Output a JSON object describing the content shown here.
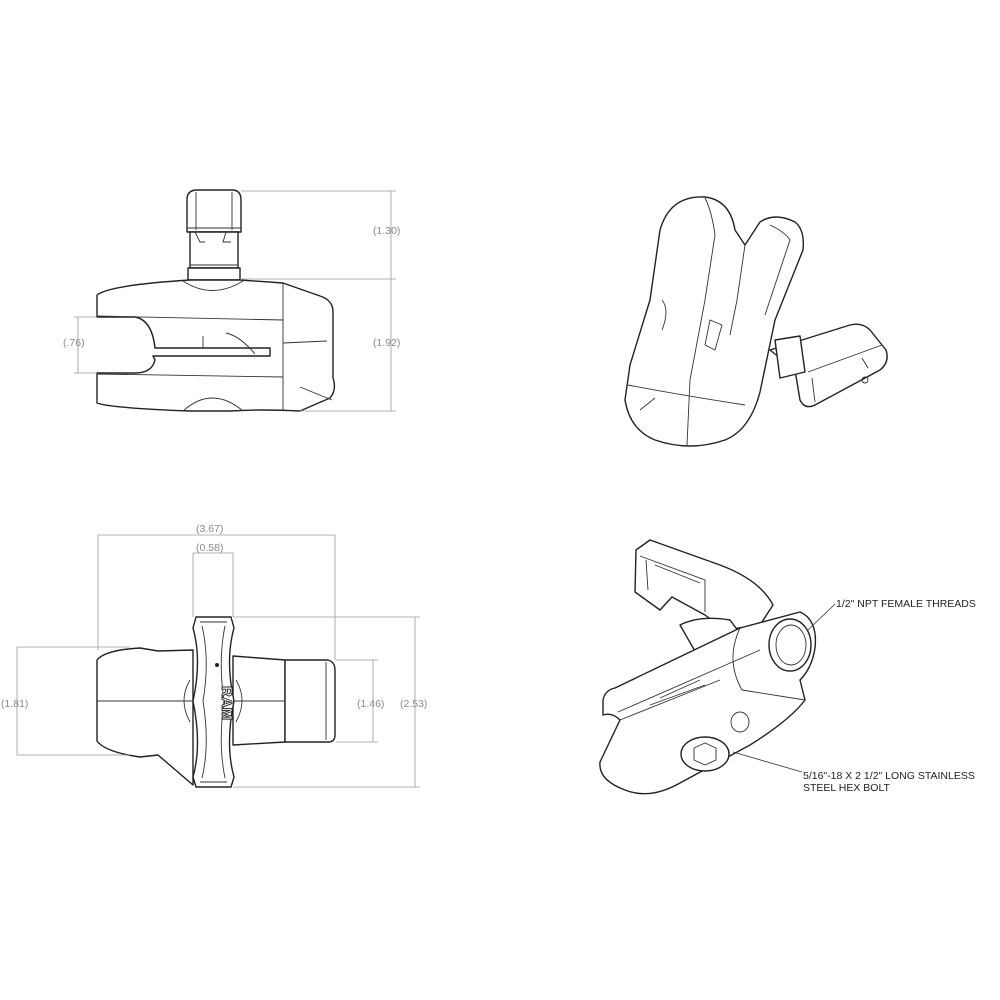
{
  "views": {
    "side": {
      "dimensions": {
        "knob_height": "(1.30)",
        "body_height": "(1.92)",
        "socket_opening": "(.76)"
      }
    },
    "top": {
      "dimensions": {
        "overall_length": "(3.67)",
        "knob_width": "(0.58)",
        "body_width": "(1.81)",
        "cap_width": "(1.46)",
        "knob_length": "(2.53)"
      },
      "logo_text": "RAM"
    },
    "iso_rear": {},
    "iso_front": {
      "callouts": {
        "threads": "1/2\" NPT FEMALE THREADS",
        "bolt_line1": "5/16\"-18 X 2 1/2\" LONG STAINLESS",
        "bolt_line2": "STEEL HEX BOLT"
      }
    }
  },
  "colors": {
    "line": "#222222",
    "dimension": "#9a9a9a",
    "background": "#ffffff"
  }
}
